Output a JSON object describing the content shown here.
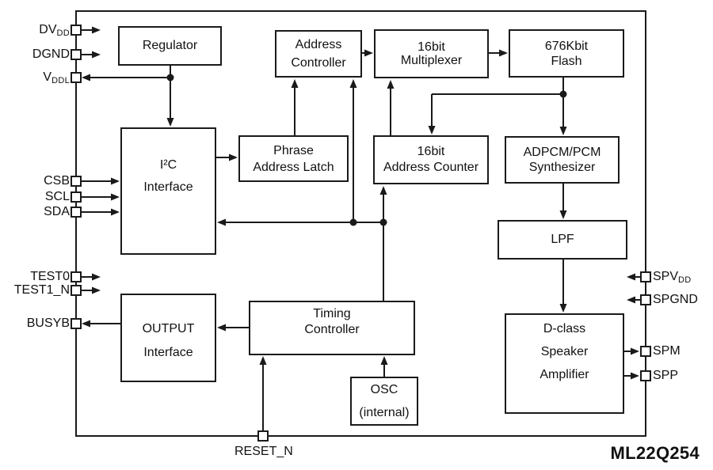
{
  "chip_name": "ML22Q254",
  "blocks": {
    "regulator": [
      "Regulator"
    ],
    "address_controller": [
      "Address",
      "Controller"
    ],
    "multiplexer": [
      "16bit",
      "Multiplexer"
    ],
    "flash": [
      "676Kbit",
      "Flash"
    ],
    "i2c": [
      "I²C",
      "Interface"
    ],
    "phrase_latch": [
      "Phrase",
      "Address Latch"
    ],
    "address_counter": [
      "16bit",
      "Address Counter"
    ],
    "synthesizer": [
      "ADPCM/PCM",
      "Synthesizer"
    ],
    "lpf": [
      "LPF"
    ],
    "output_interface": [
      "OUTPUT",
      "Interface"
    ],
    "timing": [
      "Timing",
      "Controller"
    ],
    "osc": [
      "OSC",
      "(internal)"
    ],
    "dclass": [
      "D-class",
      "Speaker",
      "Amplifier"
    ]
  },
  "pins": {
    "dvdd": {
      "main": "DV",
      "sub": "DD"
    },
    "dgnd": {
      "main": "DGND",
      "sub": ""
    },
    "vddl": {
      "main": "V",
      "sub": "DDL"
    },
    "csb": {
      "main": "CSB",
      "sub": ""
    },
    "scl": {
      "main": "SCL",
      "sub": ""
    },
    "sda": {
      "main": "SDA",
      "sub": ""
    },
    "test0": {
      "main": "TEST0",
      "sub": ""
    },
    "test1n": {
      "main": "TEST1_N",
      "sub": ""
    },
    "busyb": {
      "main": "BUSYB",
      "sub": ""
    },
    "spvdd": {
      "main": "SPV",
      "sub": "DD"
    },
    "spgnd": {
      "main": "SPGND",
      "sub": ""
    },
    "spm": {
      "main": "SPM",
      "sub": ""
    },
    "spp": {
      "main": "SPP",
      "sub": ""
    },
    "resetn": {
      "main": "RESET_N",
      "sub": ""
    }
  },
  "colors": {
    "line": "#1a1a1a",
    "background": "#ffffff"
  }
}
